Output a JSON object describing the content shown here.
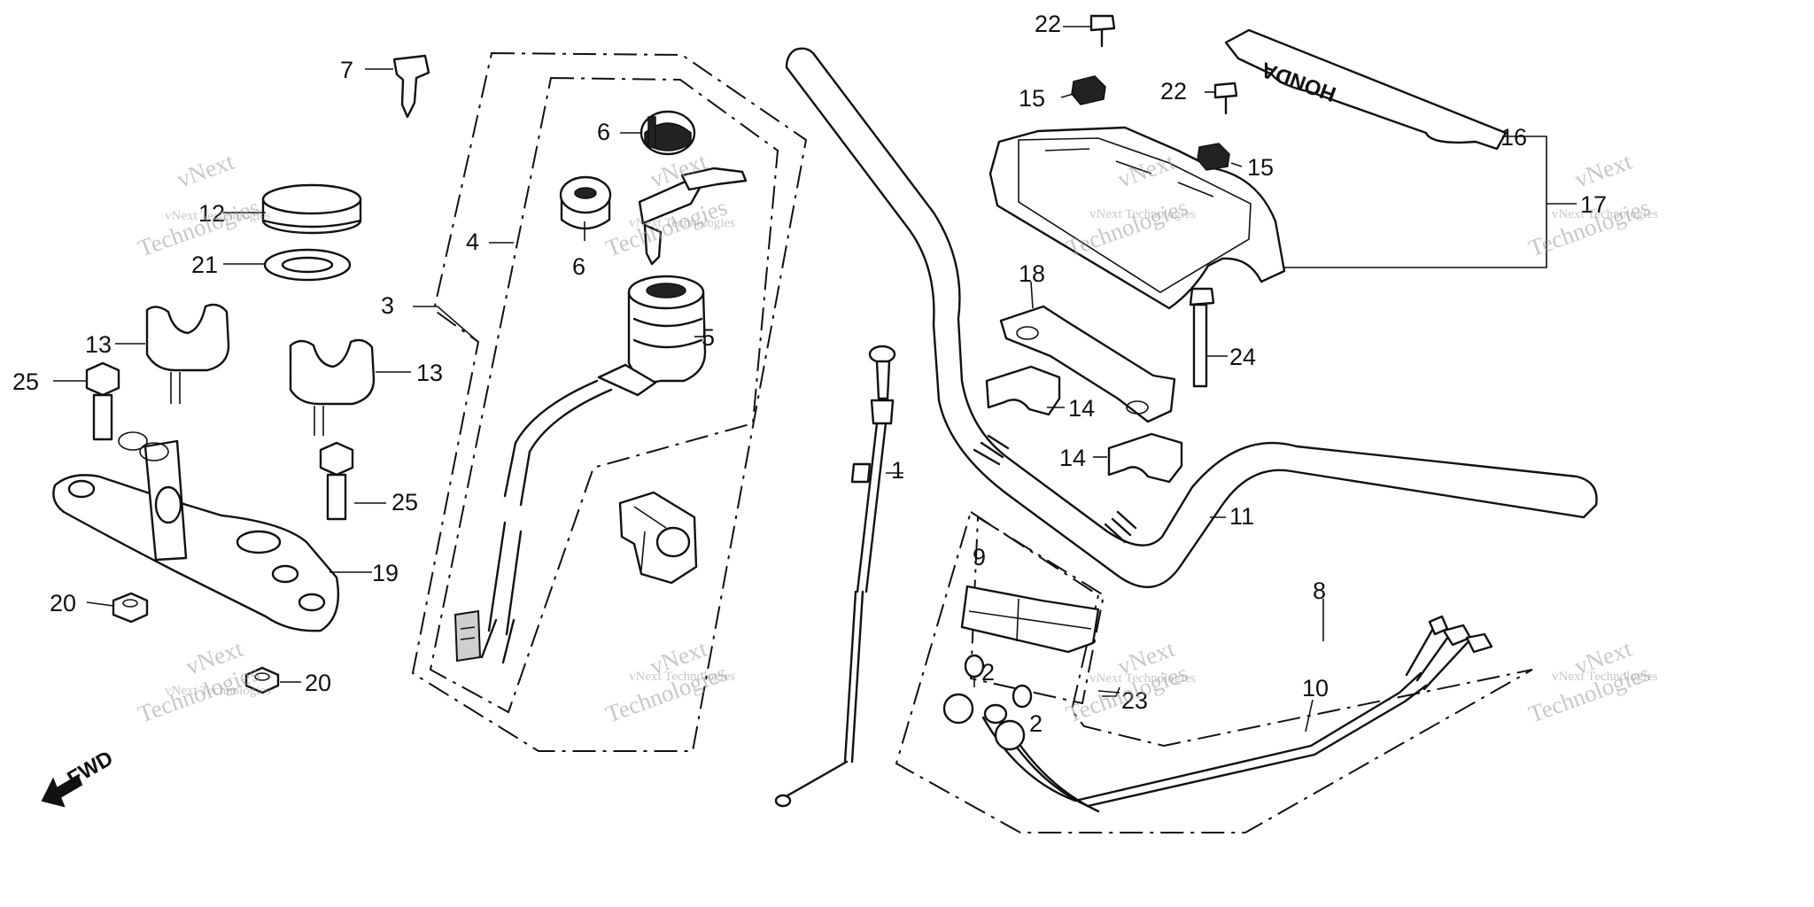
{
  "callouts": [
    "1",
    "2",
    "2",
    "3",
    "4",
    "5",
    "6",
    "6",
    "7",
    "8",
    "9",
    "10",
    "11",
    "12",
    "13",
    "13",
    "14",
    "14",
    "15",
    "15",
    "16",
    "17",
    "18",
    "19",
    "20",
    "20",
    "21",
    "22",
    "22",
    "23",
    "24",
    "25",
    "25"
  ],
  "fwd_label": "FWD",
  "brand_mark": "HONDA",
  "watermark": {
    "line1": "vNext",
    "line2": "Technologies",
    "small": "vNext Technologies"
  }
}
